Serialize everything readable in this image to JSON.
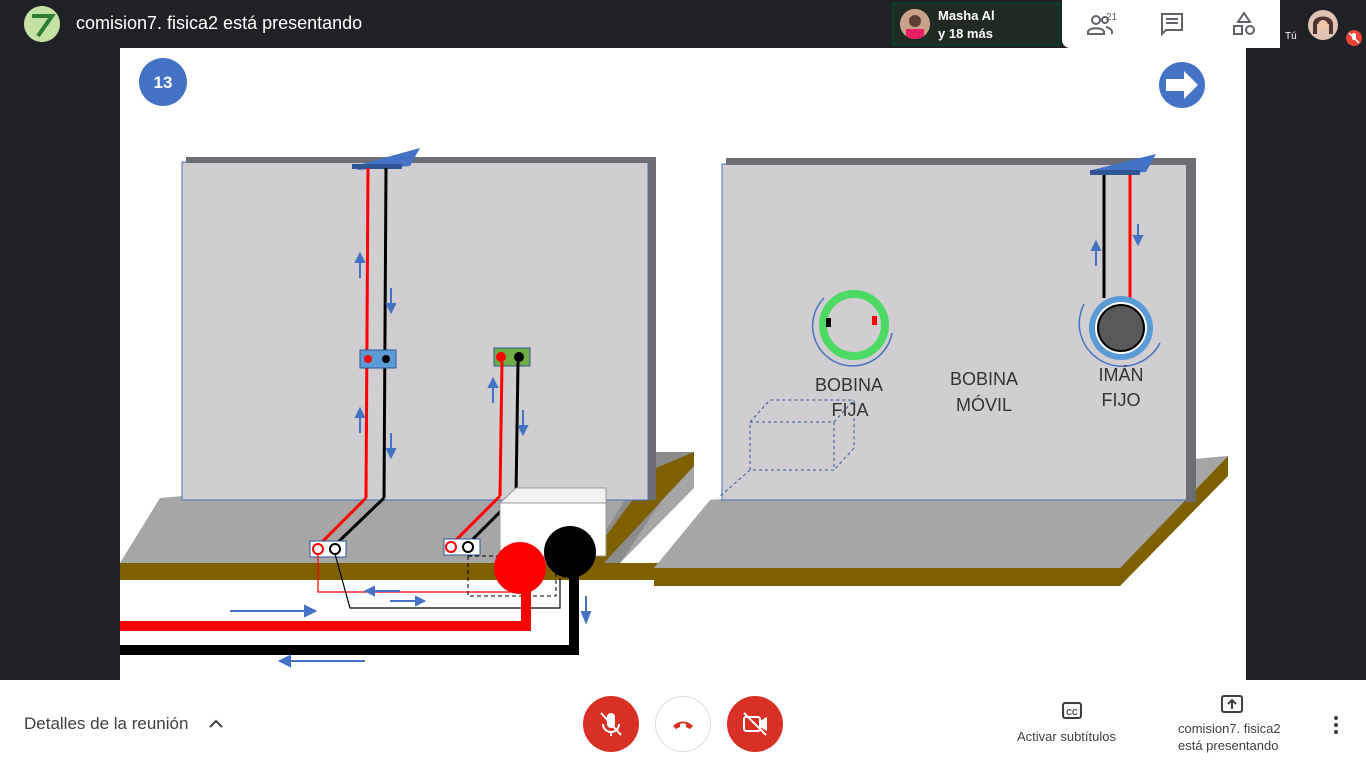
{
  "topbar": {
    "title": "comision7. fisica2 está presentando",
    "speaker": {
      "name": "Masha Al",
      "more": "y 18 más"
    },
    "participants_count": "21",
    "you_label": "Tú",
    "icons": [
      "people-icon",
      "chat-icon",
      "activities-icon",
      "mic-off-icon"
    ]
  },
  "slide": {
    "page_number": "13",
    "label_bobina_fija_1": "BOBINA",
    "label_bobina_fija_2": "FIJA",
    "label_bobina_movil_1": "BOBINA",
    "label_bobina_movil_2": "MÓVIL",
    "label_iman_fijo_1": "IMÁN",
    "label_iman_fijo_2": "FIJO"
  },
  "bottombar": {
    "details_label": "Detalles de la reunión",
    "captions_label": "Activar subtítulos",
    "presenting_line1": "comision7. fisica2",
    "presenting_line2": "está presentando"
  },
  "colors": {
    "accent_red": "#d93025",
    "slide_blue": "#4472c4",
    "board_gray": "#d0ced0"
  }
}
